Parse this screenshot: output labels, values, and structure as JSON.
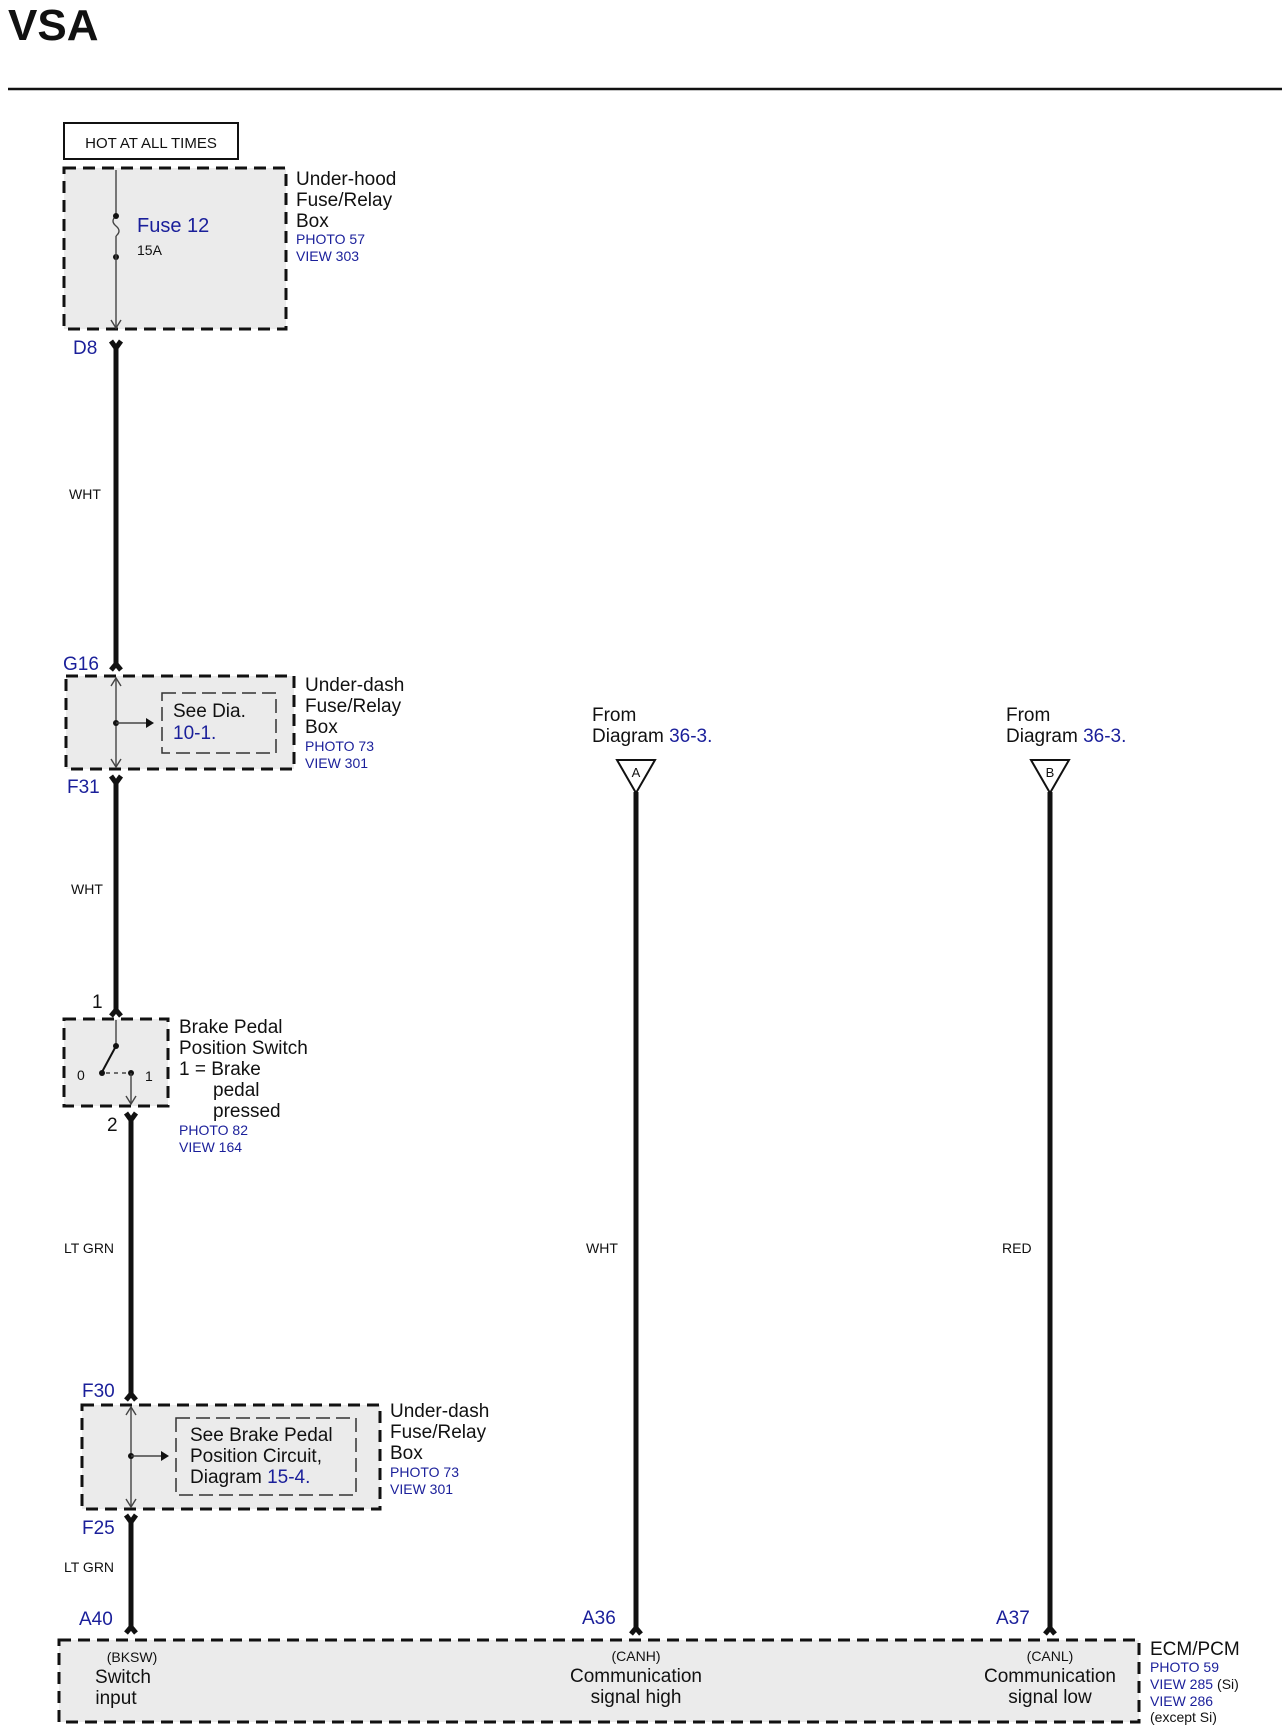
{
  "title": "VSA",
  "power_label": "HOT AT ALL TIMES",
  "underhood_box": {
    "name_lines": [
      "Under-hood",
      "Fuse/Relay",
      "Box"
    ],
    "photo": "PHOTO 57",
    "view": "VIEW 303",
    "fuse_name": "Fuse 12",
    "fuse_rating": "15A",
    "terminal_out": "D8"
  },
  "wire1": {
    "color": "WHT"
  },
  "underdash_box_1": {
    "terminal_in": "G16",
    "terminal_out": "F31",
    "see_line1": "See Dia.",
    "see_line2": "10-1.",
    "name_lines": [
      "Under-dash",
      "Fuse/Relay",
      "Box"
    ],
    "photo": "PHOTO 73",
    "view": "VIEW 301"
  },
  "wire2": {
    "color": "WHT"
  },
  "brake_switch": {
    "terminal_in": "1",
    "terminal_out": "2",
    "pos_0": "0",
    "pos_1": "1",
    "name_lines": [
      "Brake Pedal",
      "Position Switch",
      "1 = Brake",
      "pedal",
      "pressed"
    ],
    "photo": "PHOTO 82",
    "view": "VIEW 164"
  },
  "wire3": {
    "color": "LT GRN"
  },
  "underdash_box_2": {
    "terminal_in": "F30",
    "terminal_out": "F25",
    "see_line1": "See Brake Pedal",
    "see_line2": "Position Circuit,",
    "see_line3_prefix": "Diagram ",
    "see_line3_ref": "15-4.",
    "name_lines": [
      "Under-dash",
      "Fuse/Relay",
      "Box"
    ],
    "photo": "PHOTO 73",
    "view": "VIEW 301"
  },
  "wire4": {
    "color": "LT GRN"
  },
  "connector_a": {
    "from_label": "From",
    "diagram_prefix": "Diagram ",
    "diagram_ref": "36-3.",
    "letter": "A",
    "wire_color": "WHT",
    "terminal": "A36"
  },
  "connector_b": {
    "from_label": "From",
    "diagram_prefix": "Diagram ",
    "diagram_ref": "36-3.",
    "letter": "B",
    "wire_color": "RED",
    "terminal": "A37"
  },
  "ecm": {
    "name": "ECM/PCM",
    "photo": "PHOTO 59",
    "view1": "VIEW 285",
    "view1_suffix": "(Si)",
    "view2": "VIEW 286",
    "view2_suffix": "(except Si)",
    "terminal_bksw": "A40",
    "bksw_code": "(BKSW)",
    "bksw_line1": "Switch",
    "bksw_line2": "input",
    "canh_code": "(CANH)",
    "canh_line1": "Communication",
    "canh_line2": "signal high",
    "canl_code": "(CANL)",
    "canl_line1": "Communication",
    "canl_line2": "signal low"
  }
}
